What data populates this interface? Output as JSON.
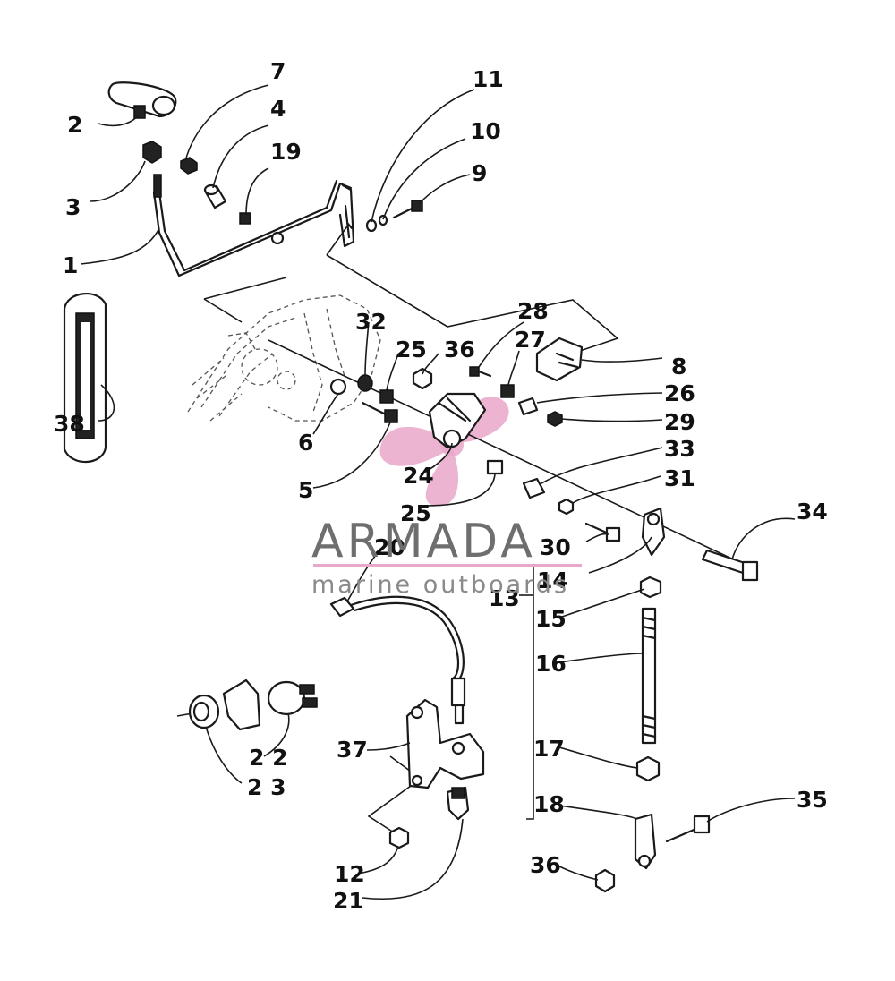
{
  "diagram": {
    "callouts": [
      {
        "id": "c1",
        "text": "1"
      },
      {
        "id": "c2",
        "text": "2"
      },
      {
        "id": "c3",
        "text": "3"
      },
      {
        "id": "c4",
        "text": "4"
      },
      {
        "id": "c5",
        "text": "5"
      },
      {
        "id": "c6",
        "text": "6"
      },
      {
        "id": "c7",
        "text": "7"
      },
      {
        "id": "c8",
        "text": "8"
      },
      {
        "id": "c9",
        "text": "9"
      },
      {
        "id": "c10",
        "text": "10"
      },
      {
        "id": "c11",
        "text": "11"
      },
      {
        "id": "c12",
        "text": "12"
      },
      {
        "id": "c13",
        "text": "13"
      },
      {
        "id": "c14",
        "text": "14"
      },
      {
        "id": "c15",
        "text": "15"
      },
      {
        "id": "c16",
        "text": "16"
      },
      {
        "id": "c17",
        "text": "17"
      },
      {
        "id": "c18",
        "text": "18"
      },
      {
        "id": "c19",
        "text": "19"
      },
      {
        "id": "c20",
        "text": "20"
      },
      {
        "id": "c21",
        "text": "21"
      },
      {
        "id": "c22",
        "text": "2 2"
      },
      {
        "id": "c23",
        "text": "2 3"
      },
      {
        "id": "c24",
        "text": "24"
      },
      {
        "id": "c25a",
        "text": "25"
      },
      {
        "id": "c25b",
        "text": "25"
      },
      {
        "id": "c26",
        "text": "26"
      },
      {
        "id": "c27",
        "text": "27"
      },
      {
        "id": "c28",
        "text": "28"
      },
      {
        "id": "c29",
        "text": "29"
      },
      {
        "id": "c30",
        "text": "30"
      },
      {
        "id": "c31",
        "text": "31"
      },
      {
        "id": "c32",
        "text": "32"
      },
      {
        "id": "c33",
        "text": "33"
      },
      {
        "id": "c34",
        "text": "34"
      },
      {
        "id": "c35",
        "text": "35"
      },
      {
        "id": "c36a",
        "text": "36"
      },
      {
        "id": "c36b",
        "text": "36"
      },
      {
        "id": "c37",
        "text": "37"
      },
      {
        "id": "c38",
        "text": "38"
      }
    ]
  },
  "watermark": {
    "title": "ARMADA",
    "subtitle": "marine outboards",
    "color": "#e9a7c9"
  }
}
